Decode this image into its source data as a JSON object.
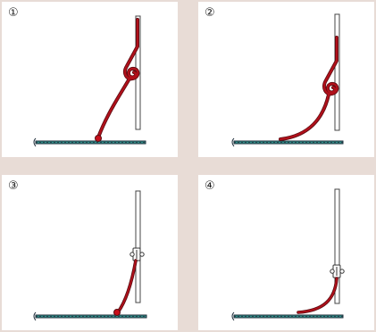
{
  "panels": [
    {
      "label": "①"
    },
    {
      "label": "②"
    },
    {
      "label": "③"
    },
    {
      "label": "④"
    }
  ],
  "colors": {
    "background": "#e8dcd6",
    "panel": "#ffffff",
    "wire": "#b0101a",
    "wire_dark": "#5a0c12",
    "floor_fill": "#2f8f88",
    "floor_edge": "#1f2d3a",
    "post": "#444444"
  }
}
